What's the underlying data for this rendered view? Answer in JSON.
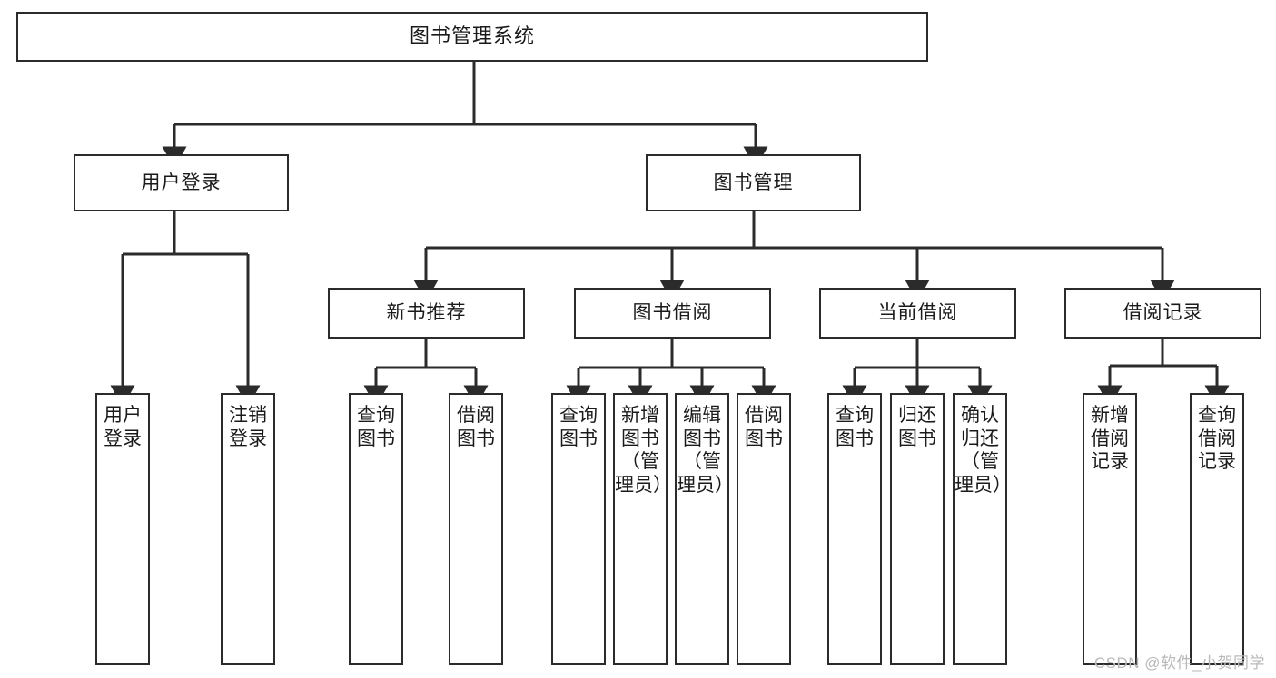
{
  "diagram": {
    "title": "图书管理系统",
    "type": "tree-hierarchy-chart",
    "line_color": "#2b2b2b",
    "box_fill": "#ffffff",
    "text_color": "#1a1a1a",
    "root": {
      "label": "图书管理系统"
    },
    "level2": [
      {
        "label": "用户登录"
      },
      {
        "label": "图书管理"
      }
    ],
    "level3": [
      {
        "label": "新书推荐"
      },
      {
        "label": "图书借阅"
      },
      {
        "label": "当前借阅"
      },
      {
        "label": "借阅记录"
      }
    ],
    "leaves": {
      "user_login": [
        {
          "label": "用户登录"
        },
        {
          "label": "注销登录"
        }
      ],
      "new_book_recommend": [
        {
          "label": "查询图书"
        },
        {
          "label": "借阅图书"
        }
      ],
      "book_borrow": [
        {
          "label": "查询图书"
        },
        {
          "label": "新增图书（管理员）"
        },
        {
          "label": "编辑图书（管理员）"
        },
        {
          "label": "借阅图书"
        }
      ],
      "current_borrow": [
        {
          "label": "查询图书"
        },
        {
          "label": "归还图书"
        },
        {
          "label": "确认归还（管理员）"
        }
      ],
      "borrow_record": [
        {
          "label": "新增借阅记录"
        },
        {
          "label": "查询借阅记录"
        }
      ]
    },
    "watermark": "CSDN @软件_小贺同学"
  },
  "chart_data": {
    "type": "table",
    "title": "图书管理系统 功能结构图",
    "nodes": [
      {
        "id": "root",
        "label": "图书管理系统",
        "level": 1,
        "parent": null
      },
      {
        "id": "user-login",
        "label": "用户登录",
        "level": 2,
        "parent": "root"
      },
      {
        "id": "book-manage",
        "label": "图书管理",
        "level": 2,
        "parent": "root"
      },
      {
        "id": "new-book",
        "label": "新书推荐",
        "level": 3,
        "parent": "book-manage"
      },
      {
        "id": "book-borrow",
        "label": "图书借阅",
        "level": 3,
        "parent": "book-manage"
      },
      {
        "id": "current-borrow",
        "label": "当前借阅",
        "level": 3,
        "parent": "book-manage"
      },
      {
        "id": "borrow-record",
        "label": "借阅记录",
        "level": 3,
        "parent": "book-manage"
      },
      {
        "id": "leaf-user-login",
        "label": "用户登录",
        "level": 3,
        "parent": "user-login"
      },
      {
        "id": "leaf-logout",
        "label": "注销登录",
        "level": 3,
        "parent": "user-login"
      },
      {
        "id": "leaf-nb-query",
        "label": "查询图书",
        "level": 4,
        "parent": "new-book"
      },
      {
        "id": "leaf-nb-borrow",
        "label": "借阅图书",
        "level": 4,
        "parent": "new-book"
      },
      {
        "id": "leaf-bb-query",
        "label": "查询图书",
        "level": 4,
        "parent": "book-borrow"
      },
      {
        "id": "leaf-bb-add",
        "label": "新增图书（管理员）",
        "level": 4,
        "parent": "book-borrow"
      },
      {
        "id": "leaf-bb-edit",
        "label": "编辑图书（管理员）",
        "level": 4,
        "parent": "book-borrow"
      },
      {
        "id": "leaf-bb-borrow",
        "label": "借阅图书",
        "level": 4,
        "parent": "book-borrow"
      },
      {
        "id": "leaf-cb-query",
        "label": "查询图书",
        "level": 4,
        "parent": "current-borrow"
      },
      {
        "id": "leaf-cb-return",
        "label": "归还图书",
        "level": 4,
        "parent": "current-borrow"
      },
      {
        "id": "leaf-cb-confirm",
        "label": "确认归还（管理员）",
        "level": 4,
        "parent": "current-borrow"
      },
      {
        "id": "leaf-br-add",
        "label": "新增借阅记录",
        "level": 4,
        "parent": "borrow-record"
      },
      {
        "id": "leaf-br-query",
        "label": "查询借阅记录",
        "level": 4,
        "parent": "borrow-record"
      }
    ]
  }
}
